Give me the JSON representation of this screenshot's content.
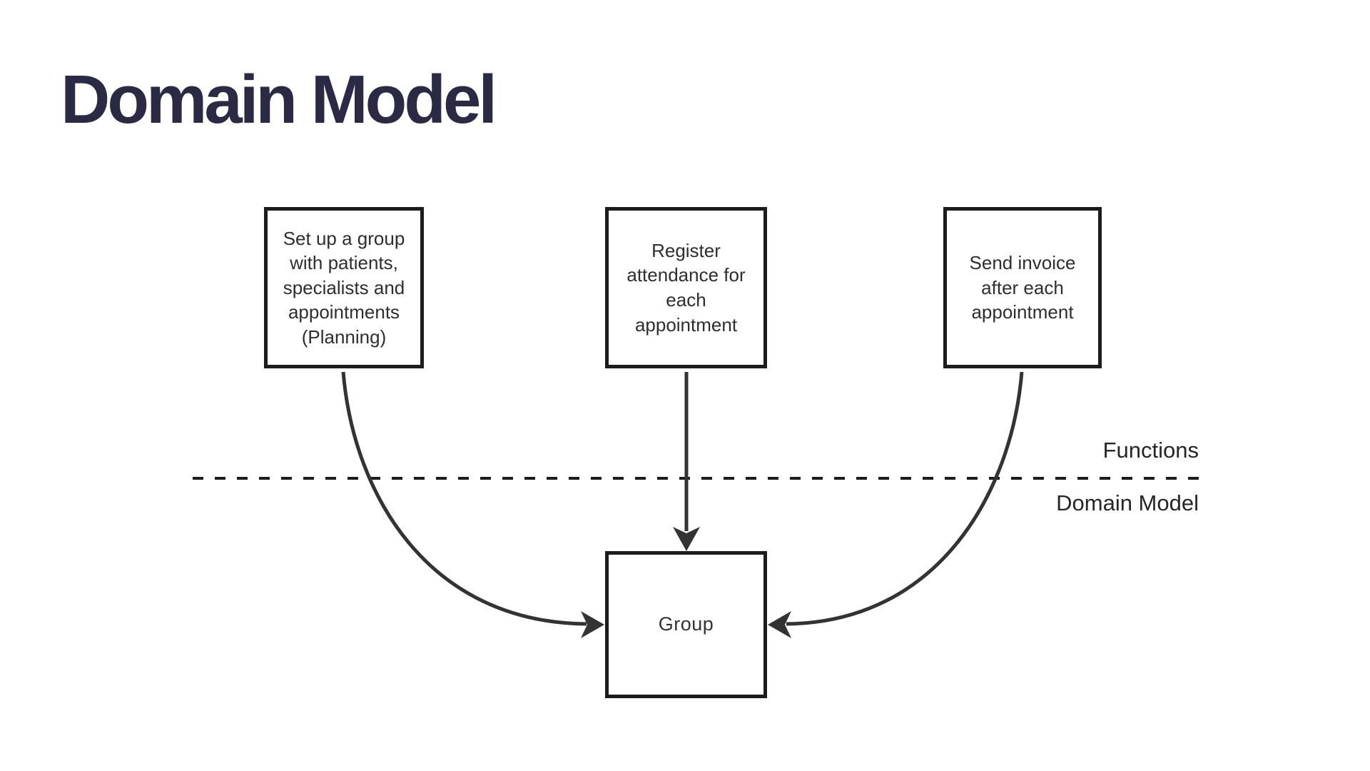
{
  "page": {
    "title": "Domain Model",
    "background": "#ffffff"
  },
  "colors": {
    "title_text": "#2b2a45",
    "box_border": "#1c1c1c",
    "box_text": "#2e2e2e",
    "arrow": "#333333",
    "divider_line": "#1c1c1c",
    "label_text": "#262626"
  },
  "function_boxes": [
    {
      "label": "Set up a group\nwith patients,\nspecialists and\nappointments\n(Planning)"
    },
    {
      "label": "Register\nattendance for\neach\nappointment"
    },
    {
      "label": "Send invoice\nafter each\nappointment"
    }
  ],
  "divider": {
    "above_label": "Functions",
    "below_label": "Domain Model"
  },
  "domain_box": {
    "label": "Group"
  }
}
